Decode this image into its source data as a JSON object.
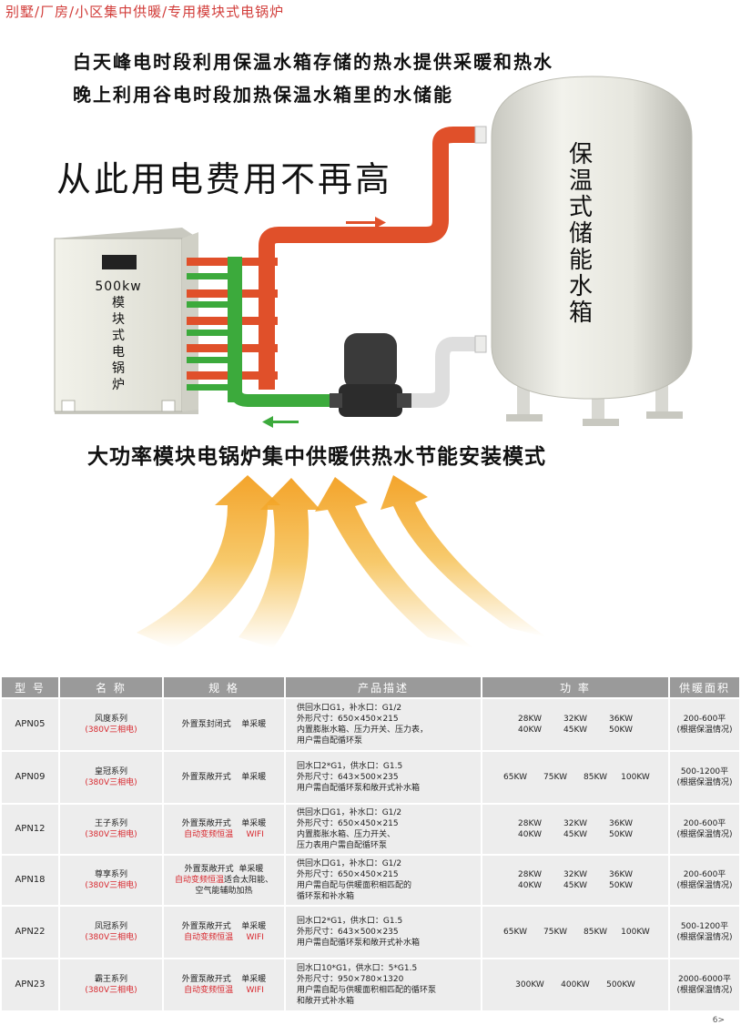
{
  "breadcrumb": "别墅/厂房/小区集中供暖/专用模块式电锅炉",
  "headline1": "白天峰电时段利用保温水箱存储的热水提供采暖和热水",
  "headline2": "晚上利用谷电时段加热保温水箱里的水储能",
  "slogan": "从此用电费用不再高",
  "boiler": {
    "power": "500kw",
    "name_chars": [
      "模",
      "块",
      "式",
      "电",
      "锅",
      "炉"
    ]
  },
  "tank": {
    "name_chars": [
      "保",
      "温",
      "式",
      "储",
      "能",
      "水",
      "箱"
    ]
  },
  "mode_title": "大功率模块电锅炉集中供暖供热水节能安装模式",
  "colors": {
    "hot_pipe": "#e0502a",
    "cold_pipe": "#3caa3c",
    "arrow": "#f3a11c",
    "header_bg": "#9a9a9a",
    "cell_bg": "#ededed",
    "accent_red": "#d8292f"
  },
  "table": {
    "headers": [
      "型 号",
      "名 称",
      "规 格",
      "产品描述",
      "功 率",
      "供暖面积"
    ],
    "rows": [
      {
        "model": "APN05",
        "name": "风度系列",
        "name_sub": "(380V三相电)",
        "spec_lines": [
          {
            "text": "外置泵封闭式",
            "text2": "单采暖"
          }
        ],
        "desc_lines": [
          "供回水口G1，补水口：G1/2",
          "外形尺寸：650×450×215",
          "内置膨胀水箱、压力开关、压力表，",
          "用户需自配循环泵"
        ],
        "power_rows": [
          [
            "28KW",
            "32KW",
            "36KW"
          ],
          [
            "40KW",
            "45KW",
            "50KW"
          ]
        ],
        "area": "200-600平",
        "area_note": "(根据保温情况)"
      },
      {
        "model": "APN09",
        "name": "皇冠系列",
        "name_sub": "(380V三相电)",
        "spec_lines": [
          {
            "text": "外置泵敞开式",
            "text2": "单采暖"
          }
        ],
        "desc_lines": [
          "回水口2*G1，供水口：G1.5",
          "外形尺寸：643×500×235",
          "用户需自配循环泵和敞开式补水箱"
        ],
        "power_rows": [
          [
            "65KW",
            "75KW",
            "85KW",
            "100KW"
          ]
        ],
        "area": "500-1200平",
        "area_note": "(根据保温情况)"
      },
      {
        "model": "APN12",
        "name": "王子系列",
        "name_sub": "(380V三相电)",
        "spec_lines": [
          {
            "text": "外置泵敞开式",
            "text2": "单采暖"
          },
          {
            "text": "自动变频恒温",
            "text2": "WIFI"
          }
        ],
        "desc_lines": [
          "供回水口G1，补水口：G1/2",
          "外形尺寸：650×450×215",
          "内置膨胀水箱、压力开关、",
          "压力表用户需自配循环泵"
        ],
        "power_rows": [
          [
            "28KW",
            "32KW",
            "36KW"
          ],
          [
            "40KW",
            "45KW",
            "50KW"
          ]
        ],
        "area": "200-600平",
        "area_note": "(根据保温情况)"
      },
      {
        "model": "APN18",
        "name": "尊享系列",
        "name_sub": "(380V三相电)",
        "spec_lines": [
          {
            "text": "外置泵敞开式",
            "text2": "单采暖"
          },
          {
            "text": "自动变频恒温",
            "text2": "适合太阳能、"
          },
          {
            "text": "空气能辅助加热",
            "text2": ""
          }
        ],
        "desc_lines": [
          "供回水口G1，补水口：G1/2",
          "外形尺寸：650×450×215",
          "用户需自配与供暖面积相匹配的",
          "循环泵和补水箱"
        ],
        "power_rows": [
          [
            "28KW",
            "32KW",
            "36KW"
          ],
          [
            "40KW",
            "45KW",
            "50KW"
          ]
        ],
        "area": "200-600平",
        "area_note": "(根据保温情况)"
      },
      {
        "model": "APN22",
        "name": "凤冠系列",
        "name_sub": "(380V三相电)",
        "spec_lines": [
          {
            "text": "外置泵敞开式",
            "text2": "单采暖"
          },
          {
            "text": "自动变频恒温",
            "text2": "WIFI"
          }
        ],
        "desc_lines": [
          "回水口2*G1，供水口：G1.5",
          "外形尺寸：643×500×235",
          "用户需自配循环泵和敞开式补水箱"
        ],
        "power_rows": [
          [
            "65KW",
            "75KW",
            "85KW",
            "100KW"
          ]
        ],
        "area": "500-1200平",
        "area_note": "(根据保温情况)"
      },
      {
        "model": "APN23",
        "name": "霸王系列",
        "name_sub": "(380V三相电)",
        "spec_lines": [
          {
            "text": "外置泵敞开式",
            "text2": "单采暖"
          },
          {
            "text": "自动变频恒温",
            "text2": "WIFI"
          }
        ],
        "desc_lines": [
          "回水口10*G1，供水口：5*G1.5",
          "外形尺寸：950×780×1320",
          "用户需自配与供暖面积相匹配的循环泵",
          "和敞开式补水箱"
        ],
        "power_rows": [
          [
            "300KW",
            "400KW",
            "500KW"
          ]
        ],
        "area": "2000-6000平",
        "area_note": "(根据保温情况)"
      }
    ]
  },
  "page_number": "6>"
}
